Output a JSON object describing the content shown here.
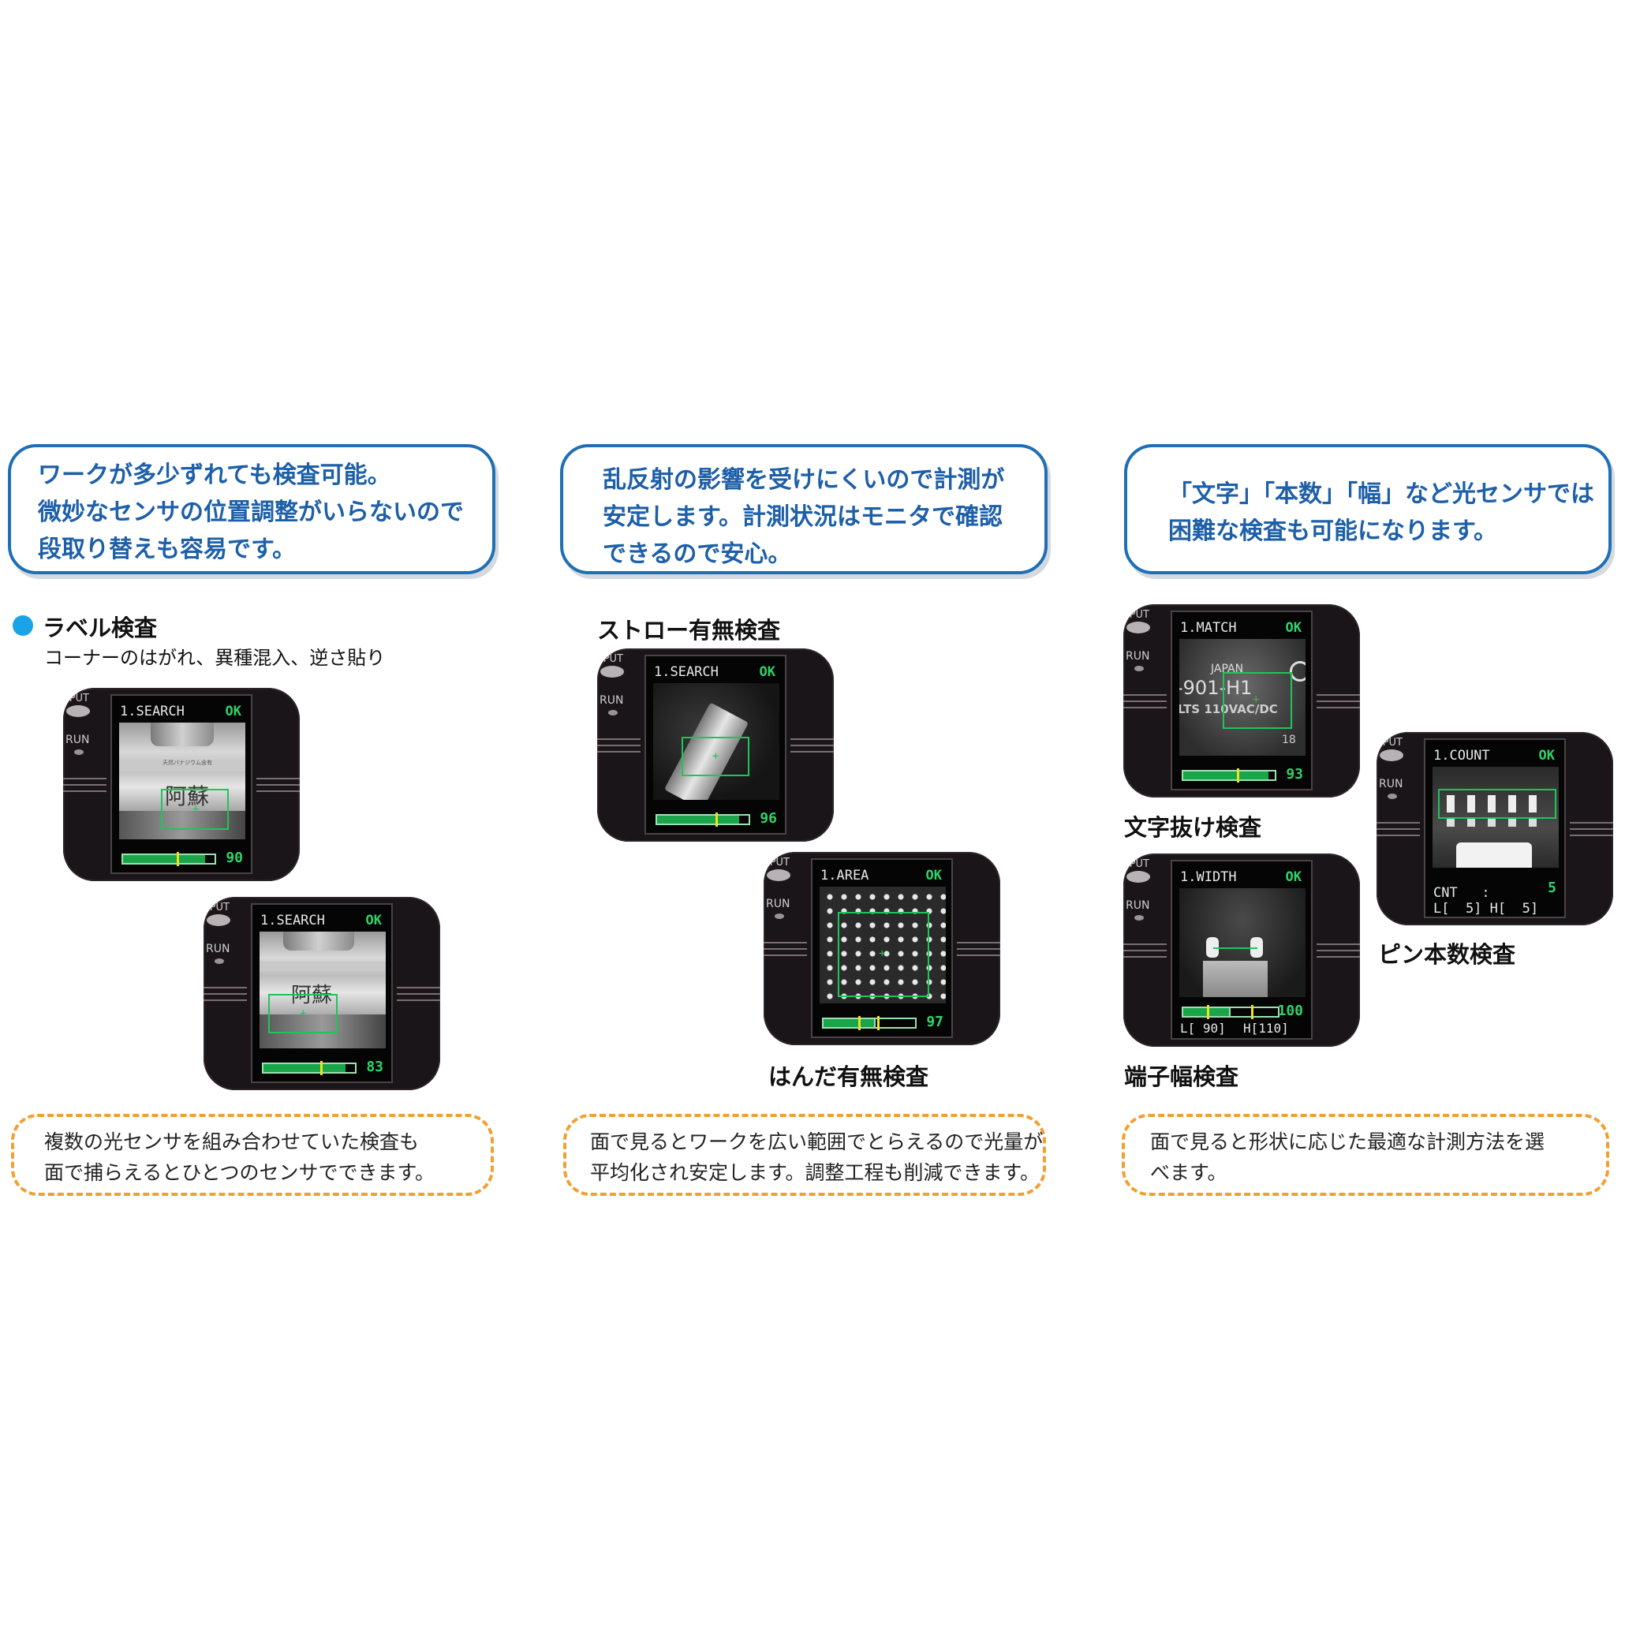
{
  "columns": [
    {
      "callout": [
        "ワークが多少ずれても検査可能。",
        "微妙なセンサの位置調整がいらないので",
        "段取り替えも容易です。"
      ],
      "title": "ラベル検査",
      "subtitle": "コーナーのはがれ、異種混入、逆さ貼り",
      "note": [
        "複数の光センサを組み合わせていた検査も",
        "面で捕らえるとひとつのセンサでできます。"
      ]
    },
    {
      "callout": [
        "乱反射の影響を受けにくいので計測が",
        "安定します。計測状況はモニタで確認",
        "できるので安心。"
      ],
      "label_a": "ストロー有無検査",
      "label_b": "はんだ有無検査",
      "note": [
        "面で見るとワークを広い範囲でとらえるので光量が",
        "平均化され安定します。調整工程も削減できます。"
      ]
    },
    {
      "callout": [
        "「文字」「本数」「幅」など光センサでは",
        "困難な検査も可能になります。"
      ],
      "label_a": "文字抜け検査",
      "label_b": "ピン本数検査",
      "label_c": "端子幅検査",
      "note": [
        "面で見ると形状に応じた最適な計測方法を選",
        "べます。"
      ]
    }
  ],
  "devices": [
    {
      "mode": "1.SEARCH",
      "status": "OK",
      "value": "90",
      "output": "OUTPUT",
      "run": "RUN"
    },
    {
      "mode": "1.SEARCH",
      "status": "OK",
      "value": "83",
      "output": "OUTPUT",
      "run": "RUN"
    },
    {
      "mode": "1.SEARCH",
      "status": "OK",
      "value": "96",
      "output": "OUTPUT",
      "run": "RUN"
    },
    {
      "mode": "1.AREA",
      "status": "OK",
      "value": "97",
      "output": "OUTPUT",
      "run": "RUN"
    },
    {
      "mode": "1.MATCH",
      "status": "OK",
      "value": "93",
      "output": "OUTPUT",
      "run": "RUN",
      "scene_text": [
        "JAPAN",
        "-901-H1",
        "LTS 110VAC/DC",
        "18"
      ]
    },
    {
      "mode": "1.COUNT",
      "status": "OK",
      "value": "5",
      "output": "OUTPUT",
      "run": "RUN",
      "cnt_label": "CNT   :",
      "limits": "L[  5] H[  5]"
    },
    {
      "mode": "1.WIDTH",
      "status": "OK",
      "value": "100",
      "output": "OUTPUT",
      "run": "RUN",
      "limits_l": "L[ 90]",
      "limits_h": "H[110]"
    }
  ],
  "bottle_label": "天然バナジウム含有",
  "bottle_chars": "阿蘇",
  "colors": {
    "callout_border": "#1f6fb5",
    "callout_text": "#1d5fa8",
    "note_border": "#f0a030",
    "bullet": "#1aa3e6",
    "ok_green": "#2fd36a"
  }
}
